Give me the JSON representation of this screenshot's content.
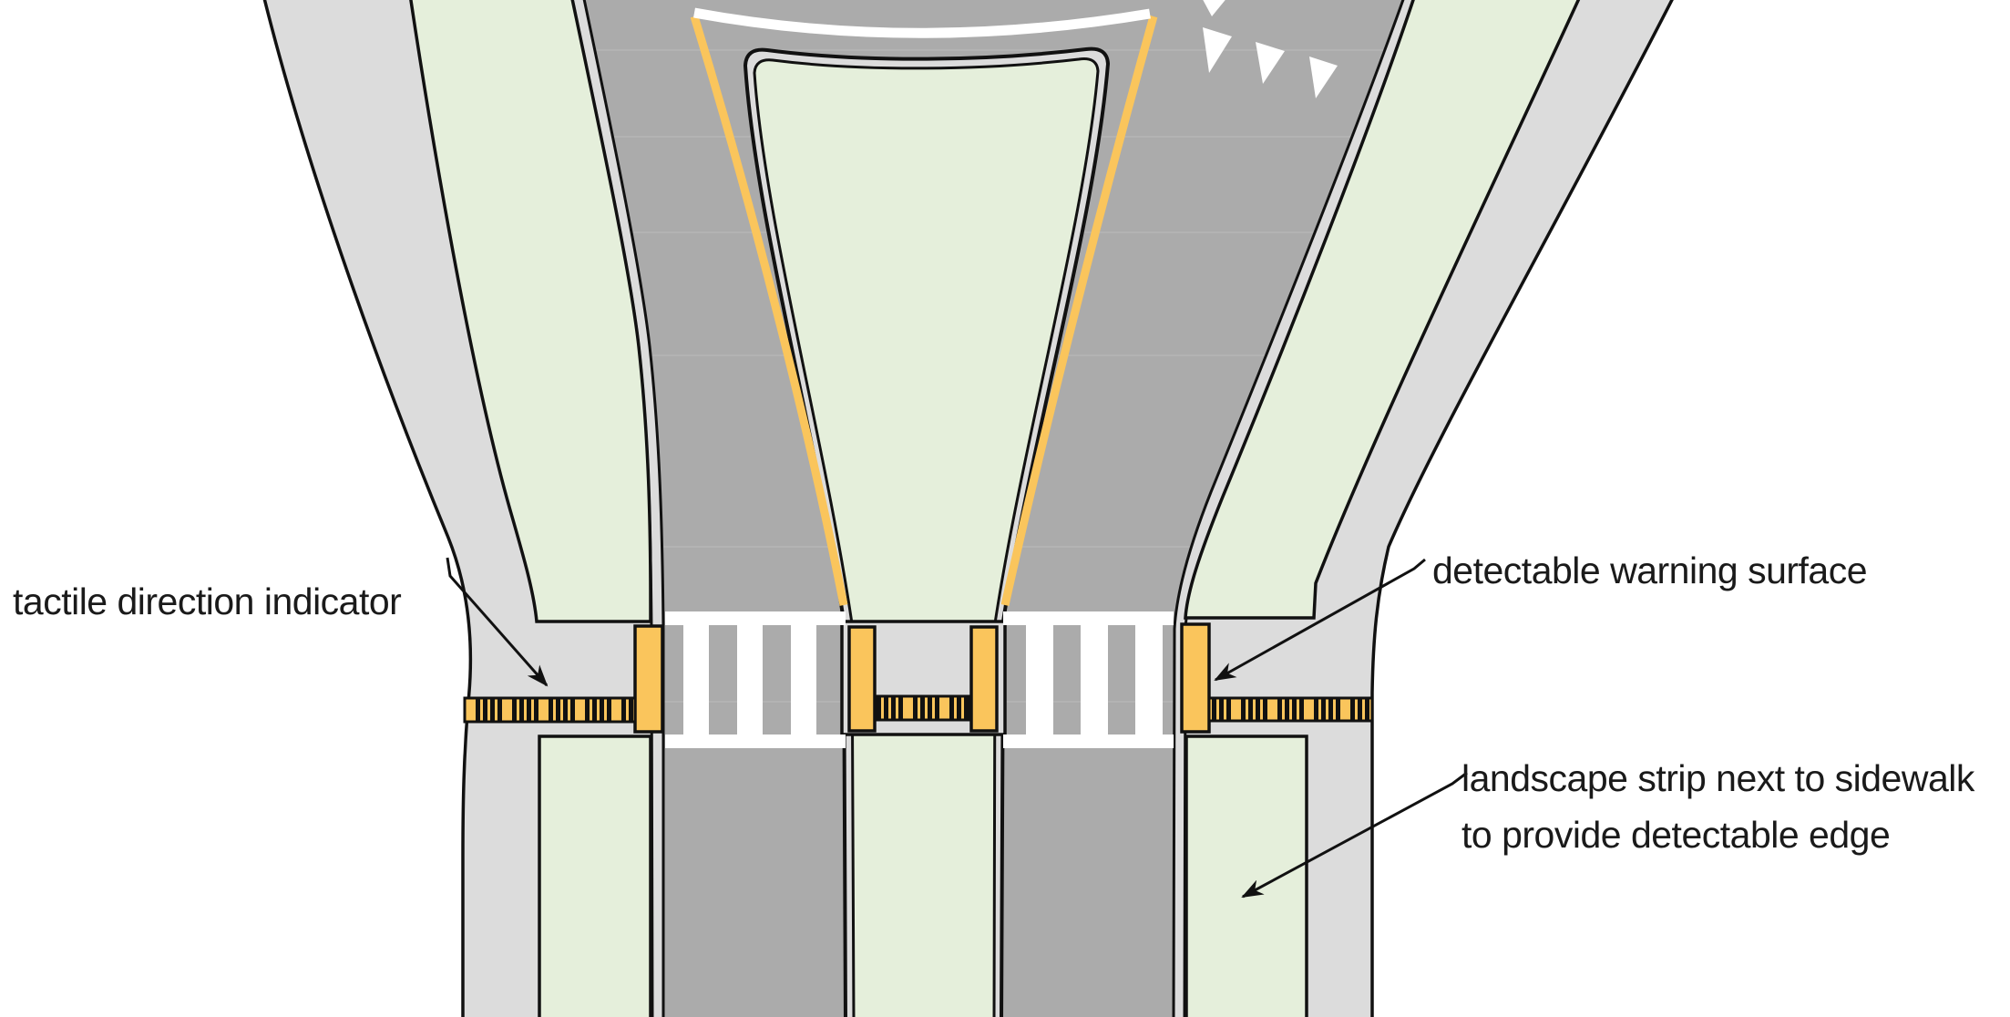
{
  "labels": {
    "tactile_direction_indicator": "tactile direction indicator",
    "detectable_warning_surface": "detectable warning surface",
    "landscape_strip_line1": "landscape strip next to sidewalk",
    "landscape_strip_line2": "to provide detectable edge"
  },
  "colors": {
    "road": "#ABABAB",
    "sidewalk": "#DCDCDC",
    "landscape_green": "#E5EFDB",
    "warning_orange": "#FAC55C",
    "marking_white": "#FFFFFF",
    "outline_black": "#111111",
    "label_text": "#1A1A1A"
  }
}
